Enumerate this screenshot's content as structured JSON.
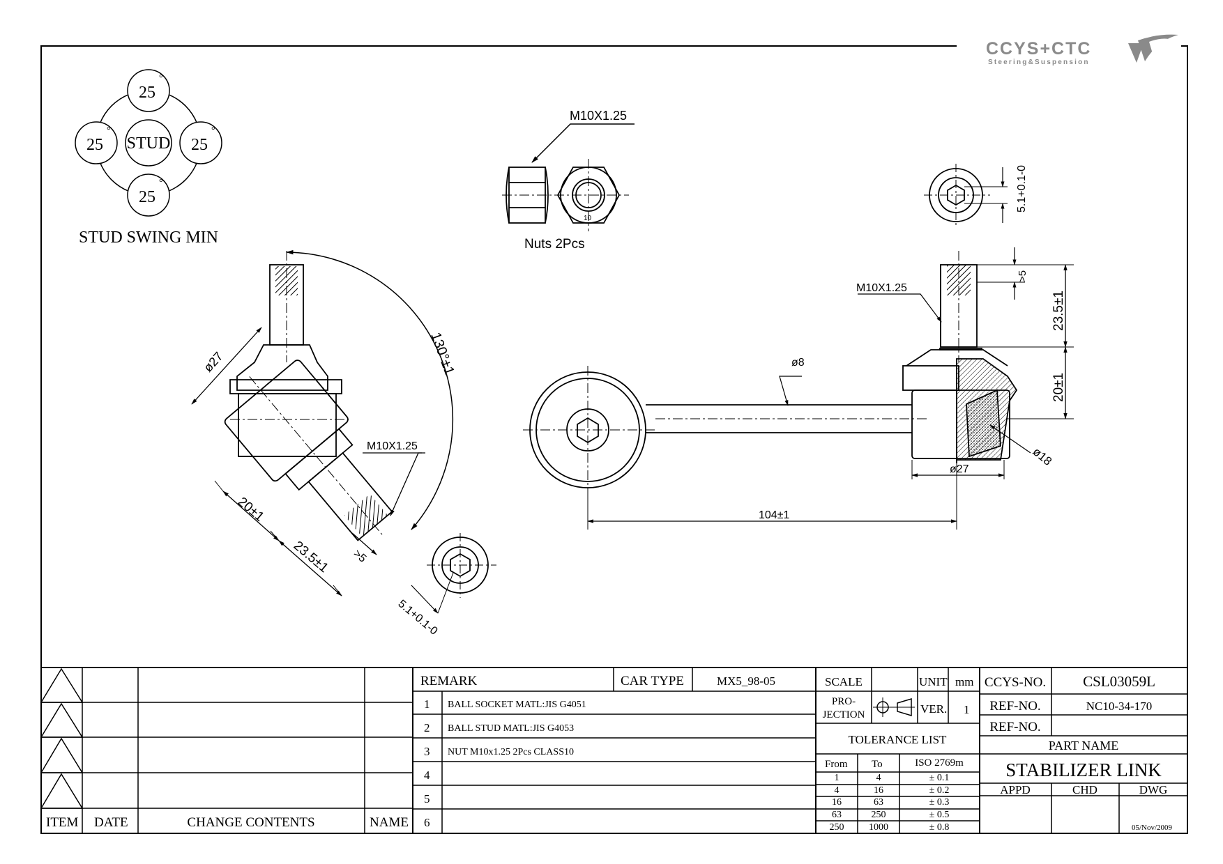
{
  "logo": {
    "brand": "CCYS+CTC",
    "tagline": "Steering&Suspension"
  },
  "swing": {
    "top": "25",
    "left": "25",
    "right": "25",
    "bottom": "25",
    "center": "STUD",
    "degree": "°",
    "caption": "STUD SWING MIN"
  },
  "nuts": {
    "thread": "M10X1.25",
    "caption": "Nuts  2Pcs",
    "mark": "10"
  },
  "dims": {
    "left_dia": "ø27",
    "angle": "130°±1",
    "left_thread": "M10X1.25",
    "left_20": "20±1",
    "left_235": "23.5±1",
    "left_gt5": ">5",
    "left_hex": "5.1+0.1-0",
    "rod_dia": "ø8",
    "length": "104±1",
    "right_thread": "M10X1.25",
    "right_gt5": ">5",
    "right_235": "23.5±1",
    "right_20": "20±1",
    "right_d27": "ø27",
    "right_d18": "ø18",
    "right_hex": "5.1+0.1-0"
  },
  "title_block": {
    "revision": {
      "item": "ITEM",
      "date": "DATE",
      "change": "CHANGE CONTENTS",
      "name": "NAME"
    },
    "remark": "REMARK",
    "car_type_label": "CAR TYPE",
    "car_type": "MX5_98-05",
    "remarks": [
      {
        "n": "1",
        "text": "BALL SOCKET MATL:JIS G4051"
      },
      {
        "n": "2",
        "text": "BALL STUD MATL:JIS G4053"
      },
      {
        "n": "3",
        "text": "NUT M10x1.25 2Pcs CLASS10"
      },
      {
        "n": "4",
        "text": ""
      },
      {
        "n": "5",
        "text": ""
      },
      {
        "n": "6",
        "text": ""
      }
    ],
    "scale": "SCALE",
    "unit_label": "UNIT",
    "unit": "mm",
    "projection": "PRO-\nJECTION",
    "projection_l1": "PRO-",
    "projection_l2": "JECTION",
    "ver_label": "VER.",
    "ver": "1",
    "tolerance_title": "TOLERANCE LIST",
    "tol_headers": [
      "From",
      "To",
      "ISO 2769m"
    ],
    "tolerances": [
      {
        "from": "1",
        "to": "4",
        "tol": "± 0.1"
      },
      {
        "from": "4",
        "to": "16",
        "tol": "± 0.2"
      },
      {
        "from": "16",
        "to": "63",
        "tol": "± 0.3"
      },
      {
        "from": "63",
        "to": "250",
        "tol": "± 0.5"
      },
      {
        "from": "250",
        "to": "1000",
        "tol": "± 0.8"
      }
    ],
    "ccys_label": "CCYS-NO.",
    "ccys_no": "CSL03059L",
    "ref_label": "REF-NO.",
    "ref_no": "NC10-34-170",
    "ref_label2": "REF-NO.",
    "ref_no2": "",
    "part_name_label": "PART NAME",
    "part_name": "STABILIZER LINK",
    "appd": "APPD",
    "chd": "CHD",
    "dwg": "DWG",
    "date": "05/Nov/2009"
  }
}
